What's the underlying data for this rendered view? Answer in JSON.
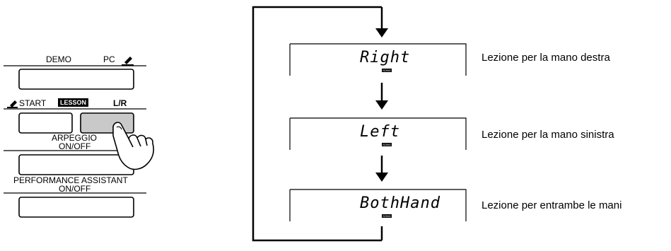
{
  "panel": {
    "demo_label": "DEMO",
    "pc_label": "PC",
    "start_label": "START",
    "lesson_badge": "LESSON",
    "lr_label": "L/R",
    "arpeggio_line1": "ARPEGGIO",
    "arpeggio_line2": "ON/OFF",
    "performance_line1": "PERFORMANCE ASSISTANT",
    "performance_line2": "ON/OFF"
  },
  "flow": {
    "steps": [
      {
        "display": "Right",
        "badge": "SONG",
        "description": "Lezione per la mano destra"
      },
      {
        "display": "Left",
        "badge": "SONG",
        "description": "Lezione per la mano sinistra"
      },
      {
        "display": "BothHand",
        "badge": "SONG",
        "description": "Lezione per entrambe le mani"
      }
    ]
  },
  "colors": {
    "highlight_button": "#c9c9c9",
    "line": "#000000"
  }
}
